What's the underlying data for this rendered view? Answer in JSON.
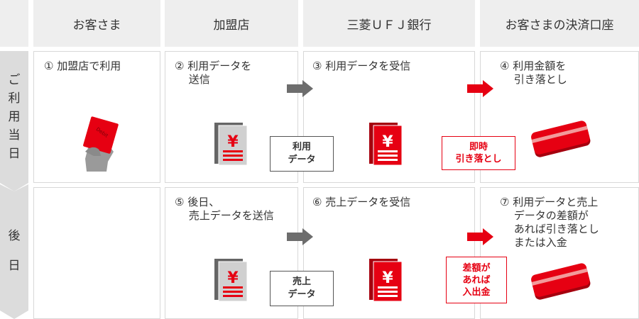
{
  "header": {
    "customer": "お客さま",
    "merchant": "加盟店",
    "bank": "三菱ＵＦＪ銀行",
    "account": "お客さまの決済口座"
  },
  "rows": {
    "same_day": {
      "label": [
        "ご",
        "利",
        "用",
        "当",
        "日"
      ]
    },
    "later": {
      "label": [
        "後",
        "日"
      ]
    }
  },
  "steps": {
    "s1": [
      "① 加盟店で利用"
    ],
    "s2": [
      "② 利用データを",
      "　 送信"
    ],
    "s3": [
      "③ 利用データを受信"
    ],
    "s4": [
      "④ 利用金額を",
      "　 引き落とし"
    ],
    "s5": [
      "⑤ 後日、",
      "　 売上データを送信"
    ],
    "s6": [
      "⑥ 売上データを受信"
    ],
    "s7": [
      "⑦ 利用データと売上",
      "　 データの差額が",
      "　 あれば引き落とし",
      "　 または入金"
    ]
  },
  "labels": {
    "usage_data": [
      "利用",
      "データ"
    ],
    "sales_data": [
      "売上",
      "データ"
    ],
    "immediate_debit": [
      "即時",
      "引き落とし"
    ],
    "difference": [
      "差額が",
      "あれば",
      "入出金"
    ]
  },
  "icons": {
    "card": "debit-card-icon",
    "document": "yen-document-icon",
    "passbook": "passbook-icon",
    "arrow": "right-arrow-icon"
  },
  "card_text": "Debit",
  "yen_symbol": "¥",
  "colors": {
    "red": "#e60012",
    "gray_header": "#eeeeee",
    "gray_side": "#dcdcdc",
    "arrow_gray": "#6d6d6d"
  }
}
